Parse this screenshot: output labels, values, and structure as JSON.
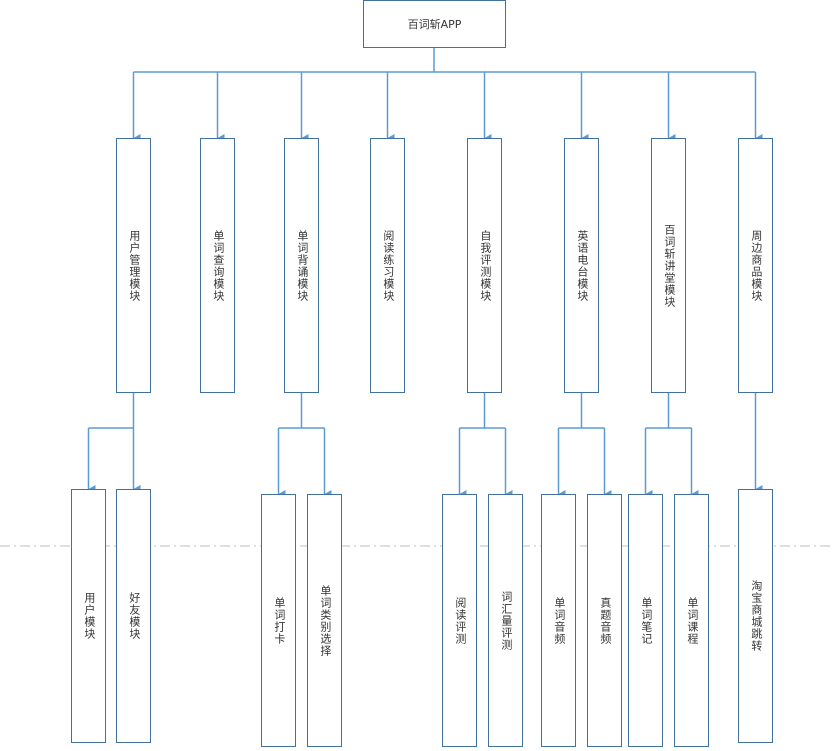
{
  "colors": {
    "line": "#5b9bd5",
    "box_border": "#41719c",
    "text": "#333333",
    "dashed": "#bfbfbf"
  },
  "root": {
    "label": "百词斩APP"
  },
  "modules": [
    {
      "id": "user",
      "label": "用户管理模块",
      "children": [
        "用户模块",
        "好友模块"
      ]
    },
    {
      "id": "lookup",
      "label": "单词查询模块",
      "children": []
    },
    {
      "id": "recite",
      "label": "单词背诵模块",
      "children": [
        "单词打卡",
        "单词类别选择"
      ]
    },
    {
      "id": "reading",
      "label": "阅读练习模块",
      "children": []
    },
    {
      "id": "eval",
      "label": "自我评测模块",
      "children": [
        "阅读评测",
        "词汇量评测"
      ]
    },
    {
      "id": "radio",
      "label": "英语电台模块",
      "children": [
        "单词音频",
        "真题音频"
      ]
    },
    {
      "id": "lecture",
      "label": "百词斩讲堂模块",
      "children": [
        "单词笔记",
        "单词课程"
      ]
    },
    {
      "id": "shop",
      "label": "周边商品模块",
      "children": [
        "淘宝商城跳转"
      ]
    }
  ]
}
